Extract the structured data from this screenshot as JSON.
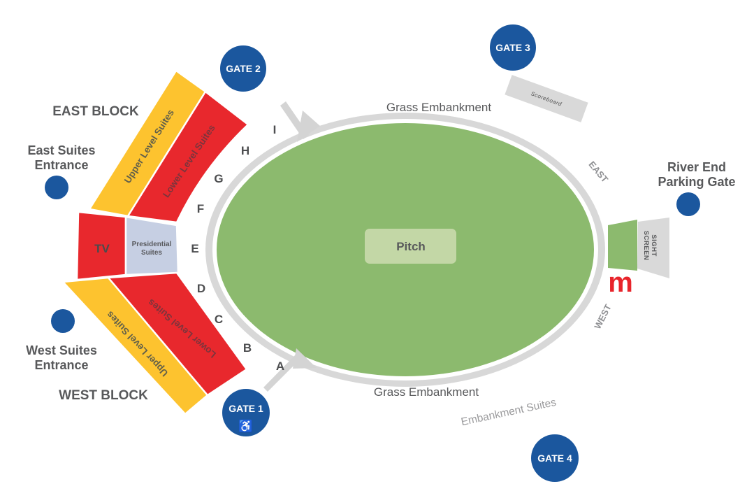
{
  "colors": {
    "ring": "#D8D8D8",
    "field_green": "#8CBA6E",
    "pitch_green": "#C3D7A6",
    "stand_red": "#E8282D",
    "stand_yellow": "#FDC32F",
    "presidential": "#C6CFE3",
    "gate_blue": "#1B579E",
    "walkway": "#D4D4D4",
    "scoreboard_gray": "#D9D9D9",
    "sightscreen_gray": "#D9D9D9",
    "logo_red": "#E8242B"
  },
  "labels": {
    "east_block": "EAST BLOCK",
    "west_block": "WEST BLOCK",
    "east_entrance_line1": "East Suites",
    "east_entrance_line2": "Entrance",
    "west_entrance_line1": "West Suites",
    "west_entrance_line2": "Entrance",
    "river_end_line1": "River End",
    "river_end_line2": "Parking Gate",
    "grass_embankment_top": "Grass Embankment",
    "grass_embankment_bottom": "Grass Embankment",
    "embankment_suites": "Embankment Suites",
    "east_side": "EAST",
    "west_side": "WEST",
    "scoreboard": "Scoreboard",
    "sight_screen_line1": "SIGHT",
    "sight_screen_line2": "SCREEN",
    "pitch": "Pitch",
    "tv": "TV",
    "presidential_line1": "Presidential",
    "presidential_line2": "Suites",
    "logo_m": "m",
    "wheelchair": "♿"
  },
  "stands": {
    "east_upper": "Upper Level Suites",
    "east_lower": "Lower Level Suites",
    "west_upper": "Upper Level Suites",
    "west_lower": "Lower Level Suites"
  },
  "gates": {
    "g1": "GATE 1",
    "g2": "GATE 2",
    "g3": "GATE 3",
    "g4": "GATE 4"
  },
  "rows": [
    "A",
    "B",
    "C",
    "D",
    "E",
    "F",
    "G",
    "H",
    "I"
  ]
}
